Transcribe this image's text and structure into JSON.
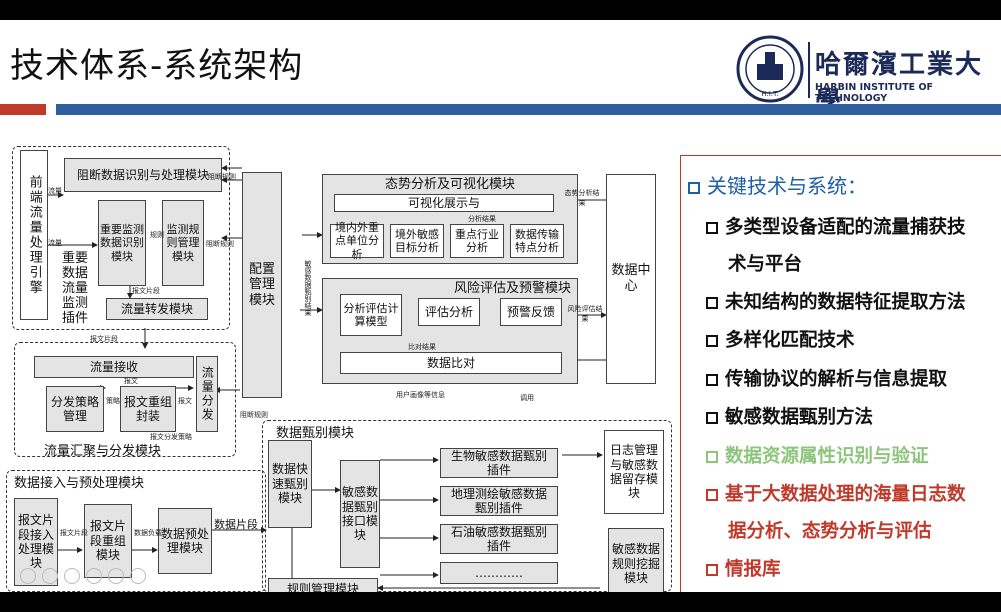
{
  "title": "技术体系-系统架构",
  "logo": {
    "cn": "哈爾濱工業大學",
    "en": "HARBIN INSTITUTE OF TECHNOLOGY",
    "seal_text": "H.I.T."
  },
  "diagram": {
    "qianduan": "前端流量处理引擎",
    "zuduan": "阻断数据识别与处理模块",
    "zhongyao_jiance": "重要监测数据识别模块",
    "jiance_guize": "监测规则管理模块",
    "zhongyao_plugin": "重要数据流量监测插件",
    "liuliang_zhuanfa": "流量转发模块",
    "peizhi": "配置管理模块",
    "taishi_title": "态势分析及可视化模块",
    "keshihua": "可视化展示与",
    "jingnei": "境内外重点单位分析",
    "jingwai_mingan": "境外敏感目标分析",
    "zhongdian_hangye": "重点行业分析",
    "shuju_chuanshu": "数据传输特点分析",
    "fengxian_title": "风险评估及预警模块",
    "fenxi_model": "分析评估计算模型",
    "pinggu_fenxi": "评估分析",
    "yujing": "预警反馈",
    "shuju_bidui": "数据比对",
    "shuju_zhongxin": "数据中心",
    "liuliang_jieshou": "流量接收",
    "fenfa_celue": "分发策略管理",
    "baowen_chongzu": "报文重组封装",
    "liuliang_fenfa": "流量分发",
    "huiju_title": "流量汇聚与分发模块",
    "jieru_title": "数据接入与预处理模块",
    "baowen_jieru": "报文片段接入处理模块",
    "baowen_chongzu2": "报文片段重组模块",
    "yuchuli": "数据预处理模块",
    "zhenbie_title": "数据甄别模块",
    "kuaisu": "数据快速甄别模块",
    "mingan_jiekou": "敏感数据甄别接口模块",
    "plugin_bio": "生物敏感数据甄别插件",
    "plugin_geo": "地理测绘敏感数据甄别插件",
    "plugin_oil": "石油敏感数据甄别插件",
    "plugin_more": "…………",
    "guize_guanli": "规则管理模块",
    "rizhi": "日志管理与敏感数据留存模块",
    "guize_wajue": "敏感数据规则挖掘模块",
    "edge": {
      "zuduan_guize": "阻断规则",
      "zuduan_guize2": "阻断规则",
      "liuliang": "流量",
      "liuliang2": "流量",
      "guize": "规则",
      "baowen_pianduan": "报文片段",
      "baowen_pianduan2": "报文片段",
      "baowen": "报文",
      "celue": "策略",
      "baowen2": "报文",
      "baowen_fenfa": "报文分发策略",
      "zuduan_guize3": "阻断规则",
      "baowen_pianduan3": "报文片段",
      "shuju_fuzai": "数据负载",
      "shuju_pianduan": "数据片段",
      "mingan_jieguo": "敏感数据甄别结果",
      "fenxi_jieguo": "分析结果",
      "taishi_jieguo": "态势分析结果",
      "bidui_jieguo": "比对结果",
      "fengxian_jieguo": "风险评估结果",
      "yonghu_huaxiang": "用户画像等信息",
      "diaoyong": "调用"
    }
  },
  "panel": {
    "heading": "关键技术与系统：",
    "items": [
      "多类型设备适配的流量捕获技",
      "术与平台",
      "未知结构的数据特征提取方法",
      "多样化匹配技术",
      "传输协议的解析与信息提取",
      "敏感数据甄别方法",
      "数据资源属性识别与验证",
      "基于大数据处理的海量日志数",
      "据分析、态势分析与评估",
      "情报库"
    ]
  },
  "colors": {
    "title_blue": "#1f5fa8",
    "accent_red": "#c0392b",
    "bar_blue": "#2f5f9e",
    "done_green": "#8dc57c"
  }
}
